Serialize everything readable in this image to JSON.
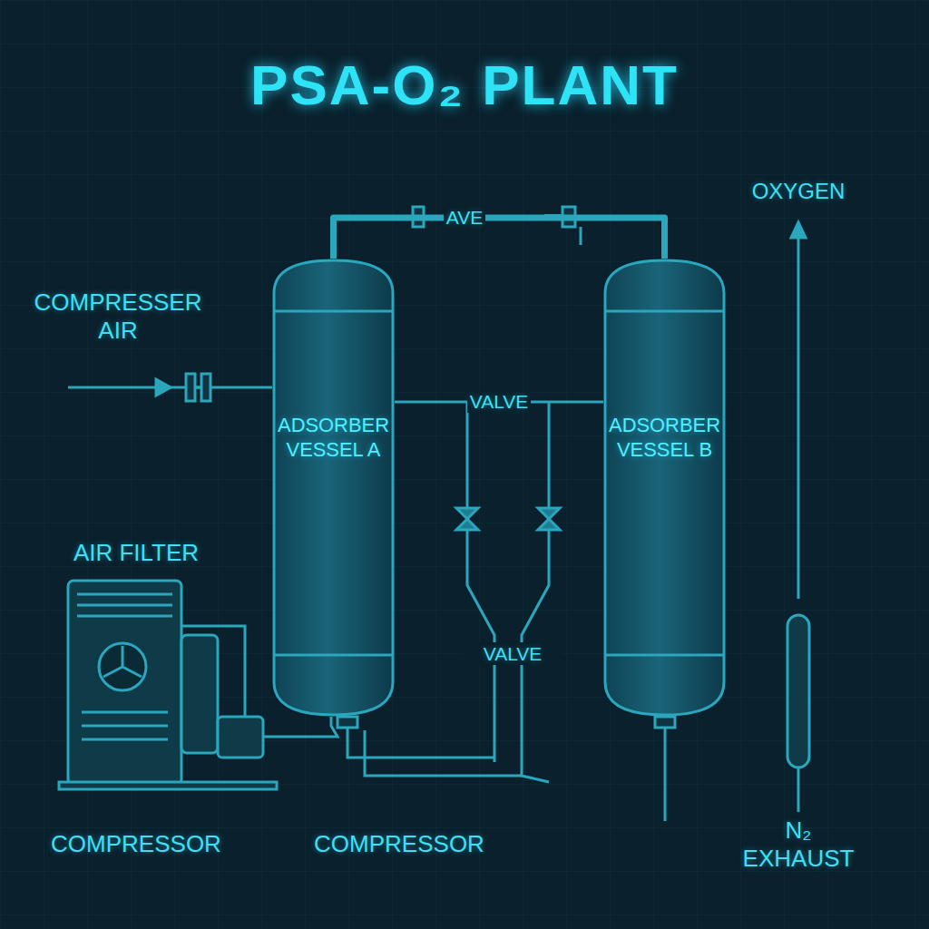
{
  "diagram": {
    "title": "PSA-O₂ PLANT",
    "nodes": [
      {
        "text": [
          "ADSORBER VESSEL A"
        ]
      },
      {
        "text": [
          "ADSORBER VESSEL B"
        ]
      }
    ],
    "edges": [
      {
        "from": 0,
        "to": 1,
        "label": "AVE",
        "arrow": "none"
      },
      {
        "from": 0,
        "to": 1,
        "label": "VALVE",
        "arrow": "none"
      }
    ],
    "labels": [
      "COMPRESSER AIR",
      "AIR FILTER",
      "COMPRESSOR",
      "COMPRESSOR",
      "VALVE",
      "OXYGEN",
      "N₂ EXHAUST"
    ]
  }
}
